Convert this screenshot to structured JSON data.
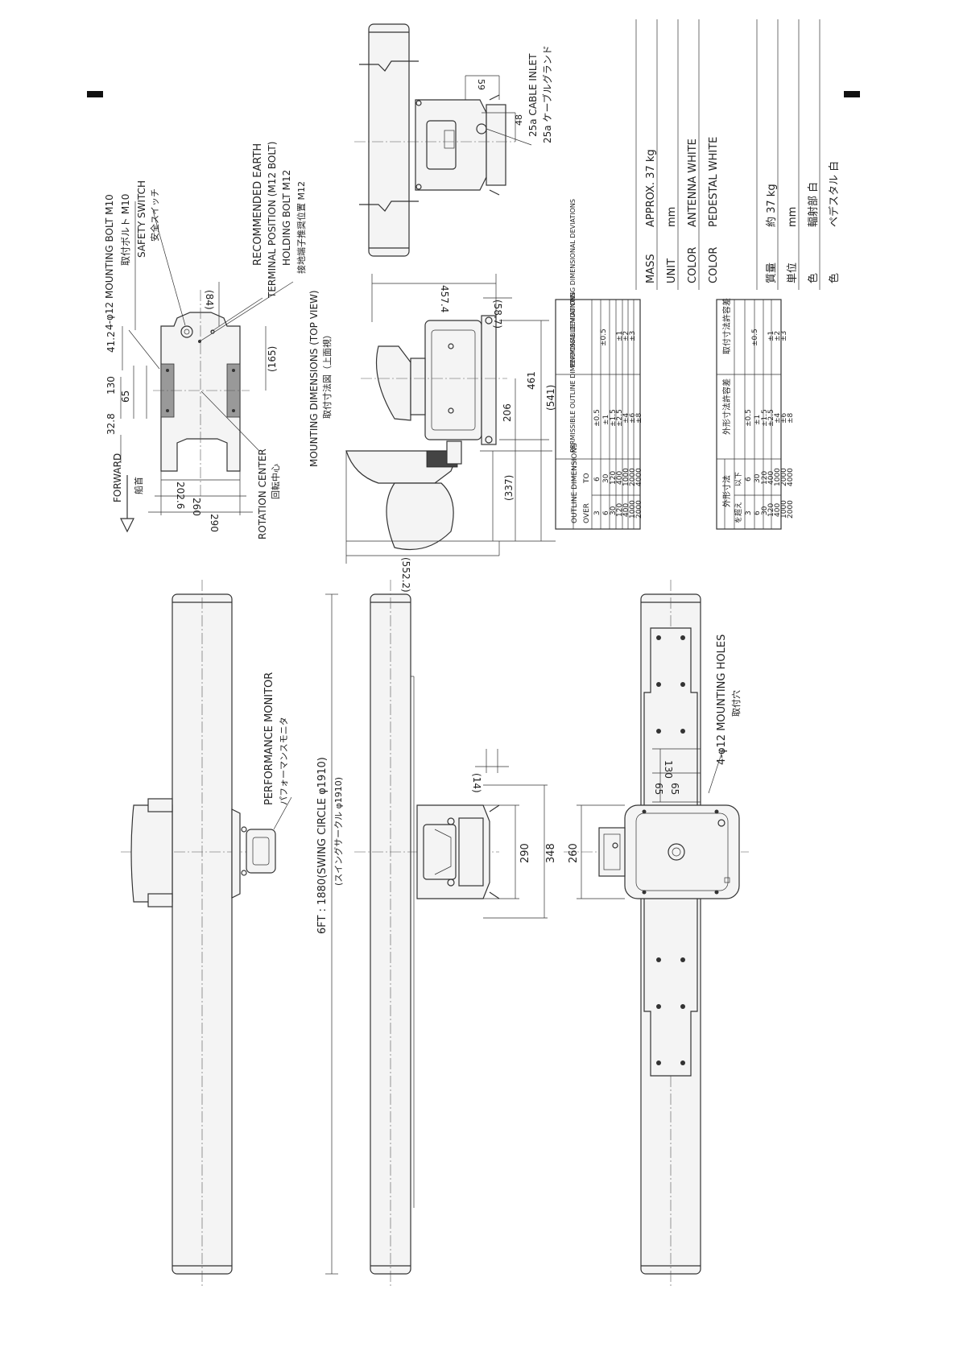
{
  "colors": {
    "line": "#333333",
    "background": "#ffffff",
    "shade": "#999999"
  },
  "top_view": {
    "mounting_bolt_en": "4-φ12 MOUNTING BOLT M10",
    "mounting_bolt_jp": "取付ボルト M10",
    "safety_switch_en": "SAFETY SWITCH",
    "safety_switch_jp": "安全スイッチ",
    "earth_en_1": "RECOMMENDED EARTH",
    "earth_en_2": "TERMINAL POSITION (M12 BOLT)",
    "holding_bolt_en": "HOLDING BOLT M12",
    "holding_bolt_jp": "接地端子推奨位置 M12",
    "forward_en": "FORWARD",
    "forward_jp": "船首",
    "rotation_center_en": "ROTATION CENTER",
    "rotation_center_jp": "回転中心",
    "title_en": "MOUNTING DIMENSIONS (TOP VIEW)",
    "title_jp": "取付寸法図（上面視）",
    "dims": {
      "d32_8": "32.8",
      "d130": "130",
      "d41_2": "41.2",
      "d65": "65",
      "d202_6": "202.6",
      "d260": "260",
      "d290": "290",
      "d165": "(165)",
      "d84": "(84)"
    }
  },
  "side_view": {
    "dims": {
      "d457_4": "457.4",
      "d58_7": "(58.7)",
      "d461": "461",
      "d206": "206",
      "d541": "(541)",
      "d337": "(337)",
      "d552_2": "(552.2)"
    }
  },
  "end_view": {
    "d59": "59",
    "d48": "48",
    "cable_inlet_en": "25a CABLE INLET",
    "cable_inlet_jp": "25a ケーブルグランド"
  },
  "main": {
    "performance_monitor_en": "PERFORMANCE MONITOR",
    "performance_monitor_jp": "パフォーマンスモニタ",
    "swing_en": "6FT  :  1880(SWING CIRCLE φ1910)",
    "swing_jp": "(スイングサークル  φ1910)",
    "d14": "(14)",
    "d290": "290",
    "d348": "348",
    "d260": "260",
    "d130": "130",
    "d65a": "65",
    "d65b": "65",
    "holes_en": "4-φ12  MOUNTING HOLES",
    "holes_jp": "取付穴"
  },
  "tolerance_en": {
    "head_outline": "OUTLINE DIMENSIONS",
    "head_over": "OVER",
    "head_to": "TO",
    "head_outline_dev": "PERMISSIBLE OUTLINE DIMENSIONAL DEVIATIONS",
    "head_mount_dev": "PERMISSIBLE MOUNTING DIMENSIONAL DEVIATIONS",
    "rows": [
      {
        "over": "3",
        "to": "6",
        "outline": "±0.5",
        "mount": "±0.5"
      },
      {
        "over": "6",
        "to": "30",
        "outline": "±1",
        "mount": ""
      },
      {
        "over": "30",
        "to": "120",
        "outline": "±1.5",
        "mount": ""
      },
      {
        "over": "120",
        "to": "400",
        "outline": "±2.5",
        "mount": "±1"
      },
      {
        "over": "400",
        "to": "1000",
        "outline": "±4",
        "mount": "±2"
      },
      {
        "over": "1000",
        "to": "2000",
        "outline": "±6",
        "mount": "±3"
      },
      {
        "over": "2000",
        "to": "4000",
        "outline": "±8",
        "mount": ""
      }
    ]
  },
  "tolerance_jp": {
    "head_outline": "外形寸法",
    "head_over": "を超え",
    "head_to": "以下",
    "head_outline_dev": "外形寸法許容差",
    "head_mount_dev": "取付寸法許容差",
    "rows": [
      {
        "over": "3",
        "to": "6",
        "outline": "±0.5",
        "mount": "±0.5"
      },
      {
        "over": "6",
        "to": "30",
        "outline": "±1",
        "mount": ""
      },
      {
        "over": "30",
        "to": "120",
        "outline": "±1.5",
        "mount": ""
      },
      {
        "over": "120",
        "to": "400",
        "outline": "±2.5",
        "mount": "±1"
      },
      {
        "over": "400",
        "to": "1000",
        "outline": "±4",
        "mount": "±2"
      },
      {
        "over": "1000",
        "to": "2000",
        "outline": "±6",
        "mount": "±3"
      },
      {
        "over": "2000",
        "to": "4000",
        "outline": "±8",
        "mount": ""
      }
    ]
  },
  "specs_en": [
    {
      "label": "MASS",
      "value": "APPROX.  37 kg"
    },
    {
      "label": "UNIT",
      "value": "mm"
    },
    {
      "label": "COLOR",
      "value": "ANTENNA   WHITE"
    },
    {
      "label": "COLOR",
      "value": "PEDESTAL   WHITE"
    }
  ],
  "specs_jp": [
    {
      "label": "質量",
      "value": "約  37  kg"
    },
    {
      "label": "単位",
      "value": "mm"
    },
    {
      "label": "色",
      "value": "輻射部      白"
    },
    {
      "label": "色",
      "value": "ペデスタル   白"
    }
  ]
}
